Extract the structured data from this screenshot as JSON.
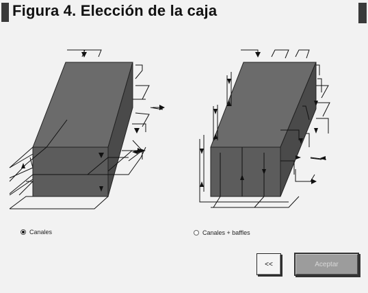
{
  "header": {
    "title": "Figura 4. Elección de la caja"
  },
  "options": {
    "canales_label": "Canales",
    "canales_baffles_label": "Canales + baffles",
    "selected": "canales"
  },
  "buttons": {
    "back_label": "<<",
    "accept_label": "Aceptar"
  }
}
